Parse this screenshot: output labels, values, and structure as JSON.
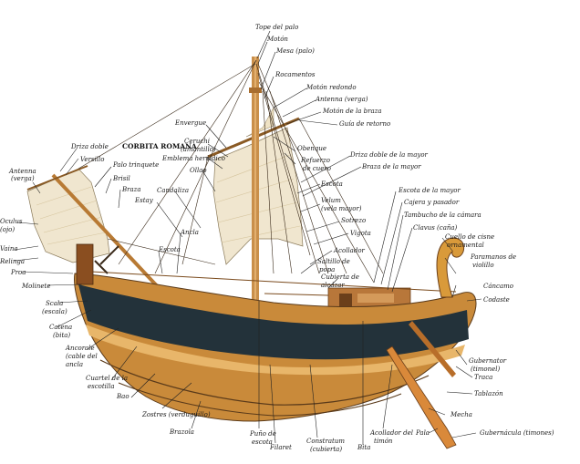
{
  "title": "CORBITA ROMANA",
  "labels": {
    "tope_del_palo": "Tope del palo",
    "motton": "Motón",
    "mesa_palo": "Mesa (palo)",
    "rocamentos": "Rocamentos",
    "moton_redondo": "Motón redondo",
    "antenna_verga_top": "Antenna (verga)",
    "moton_de_la_braza": "Motón de la braza",
    "guia_de_retorno": "Guía de retorno",
    "envergue": "Envergue",
    "ceruchi": "Ceruchi\n(amantillo)",
    "obenque": "Obenque",
    "driza_doble_mayor": "Driza doble de la mayor",
    "braza_de_la_mayor": "Braza de la mayor",
    "driza_doble": "Driza doble",
    "versillo": "Versillo",
    "emblema_heraldico": "Emblema heráldico",
    "refuerzo_de_cuero": "Refuerzo\nde cuero",
    "palo_trinquete": "Palo trinquete",
    "ollao": "Ollao",
    "escota": "Escota",
    "antenna_verga_left": "Antenna\n(verga)",
    "brisil": "Brisil",
    "escota_de_la_mayor": "Escota de la mayor",
    "braza": "Braza",
    "velum": "Velum\n(vela mayor)",
    "cajera_y_pasador": "Cajera y pasador",
    "candaliza": "Candaliza",
    "estay": "Estay",
    "tambucho": "Tambucho de la cámara",
    "sotrezo": "Sotrezo",
    "clavus": "Clavus (caña)",
    "oculus": "Oculus\n(ojo)",
    "vigota": "Vigota",
    "ancla": "Ancla",
    "cuello_de_cisne": "Cuello de cisne\nornamental",
    "escota_left": "Escota",
    "acollador": "Acollador",
    "vaina": "Vaina",
    "paramanos": "Paramanos de\nviolillo",
    "relinga": "Relinga",
    "saltillo_de_popa": "Saltillo de\npopa",
    "proa": "Proa",
    "cubierta_de_alcazar": "Cubierta de\nalcázar",
    "cancamo": "Cáncamo",
    "molinete": "Molinete",
    "codaste": "Codaste",
    "scala": "Scala\n(escala)",
    "catena": "Catena\n(bita)",
    "ancorale": "Ancorale\n(cable del\nancla",
    "gubernator": "Gubernator\n(timonel)",
    "cuartel": "Cuartel de la\nescotilla",
    "traca": "Traca",
    "bao": "Bao",
    "tablazon": "Tablazón",
    "mecha": "Mecha",
    "zostres": "Zostres (verduguillo)",
    "brazola": "Brazola",
    "puno_de_escota": "Puño de\nescota",
    "filaret": "Filaret",
    "constratum": "Constratum\n(cubierta)",
    "acollador_timon": "Acollador del\ntimón",
    "pala": "Pala",
    "bita": "Bita",
    "gubernacula": "Gubernácula (timones)"
  },
  "colors": {
    "hull_dark": "#23323a",
    "hull_wood": "#c98a3a",
    "hull_wood_light": "#e8b66a",
    "sail": "#f0e6cf",
    "sail_shadow": "#d9ccaa",
    "mast": "#c98f4a",
    "rope": "#3a2a1a"
  }
}
